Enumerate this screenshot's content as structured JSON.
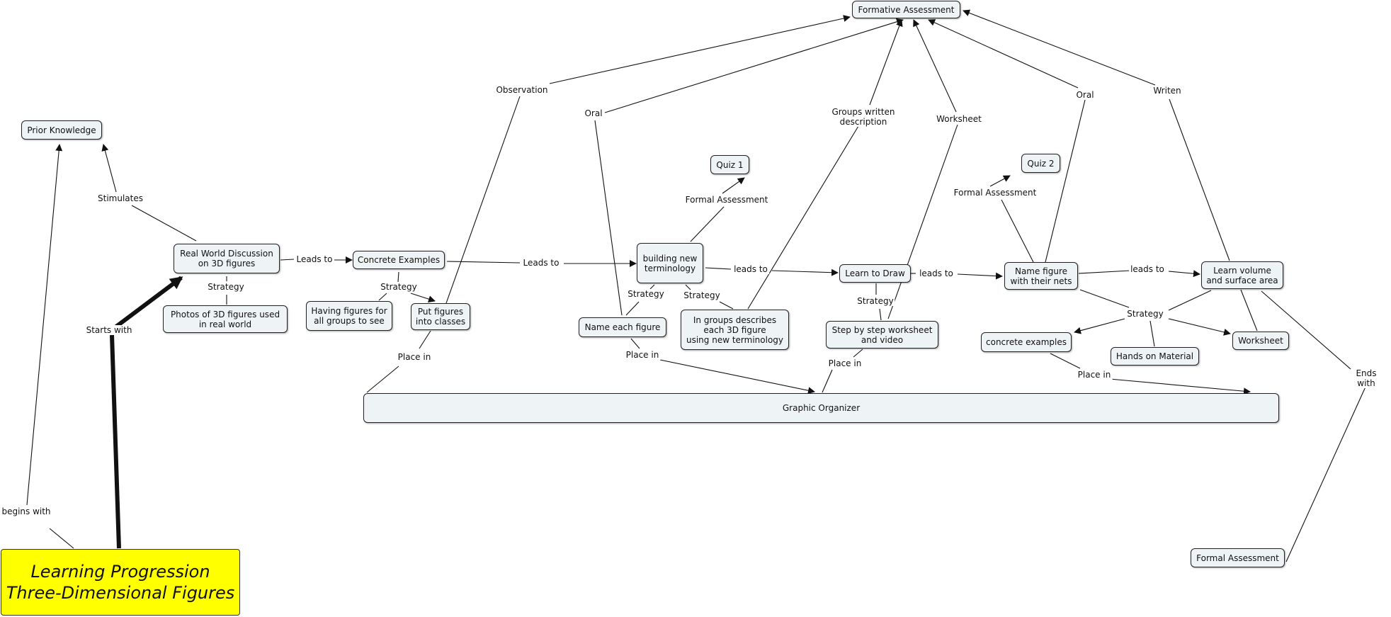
{
  "nodes": {
    "root": "Learning Progression\nThree-Dimensional Figures",
    "prior_knowledge": "Prior Knowledge",
    "formative_assessment": "Formative Assessment",
    "real_world": "Real World Discussion\non 3D figures",
    "photos": "Photos of 3D figures used\nin real world",
    "concrete_examples": "Concrete Examples",
    "having_figures": "Having figures for\nall groups to see",
    "put_figures": "Put figures\ninto classes",
    "quiz1": "Quiz 1",
    "building": "building new\nterminology",
    "name_each": "Name each figure",
    "in_groups": "In groups describes\neach 3D figure\nusing new terminology",
    "learn_draw": "Learn to Draw",
    "step_by_step": "Step by step worksheet\nand video",
    "quiz2": "Quiz 2",
    "name_nets": "Name figure\nwith their nets",
    "concrete_examples2": "concrete examples",
    "hands_on": "Hands on Material",
    "learn_volume": "Learn volume\nand surface area",
    "worksheet_node": "Worksheet",
    "graphic_organizer": "Graphic Organizer",
    "formal_assessment_end": "Formal Assessment"
  },
  "labels": {
    "begins_with": "begins with",
    "starts_with": "Starts with",
    "stimulates": "Stimulates",
    "strategy_real_world": "Strategy",
    "leads_to_1": "Leads to",
    "strategy_concrete": "Strategy",
    "leads_to_2": "Leads to",
    "observation": "Observation",
    "place_in_1": "Place in",
    "oral_1": "Oral",
    "formal_assessment_1": "Formal Assessment",
    "strategy_building_1": "Strategy",
    "strategy_building_2": "Strategy",
    "leads_to_3": "leads to",
    "place_in_2": "Place in",
    "groups_written": "Groups written\ndescription",
    "worksheet_label": "Worksheet",
    "leads_to_4": "leads to",
    "strategy_draw": "Strategy",
    "place_in_3": "Place in",
    "formal_assessment_2": "Formal Assessment",
    "oral_2": "Oral",
    "leads_to_5": "leads to",
    "strategy_nets": "Strategy",
    "place_in_4": "Place in",
    "writen": "Writen",
    "ends_with": "Ends with"
  },
  "colors": {
    "root_fill": "#ffff00",
    "node_fill": "#eef3f5",
    "line": "#111111"
  }
}
